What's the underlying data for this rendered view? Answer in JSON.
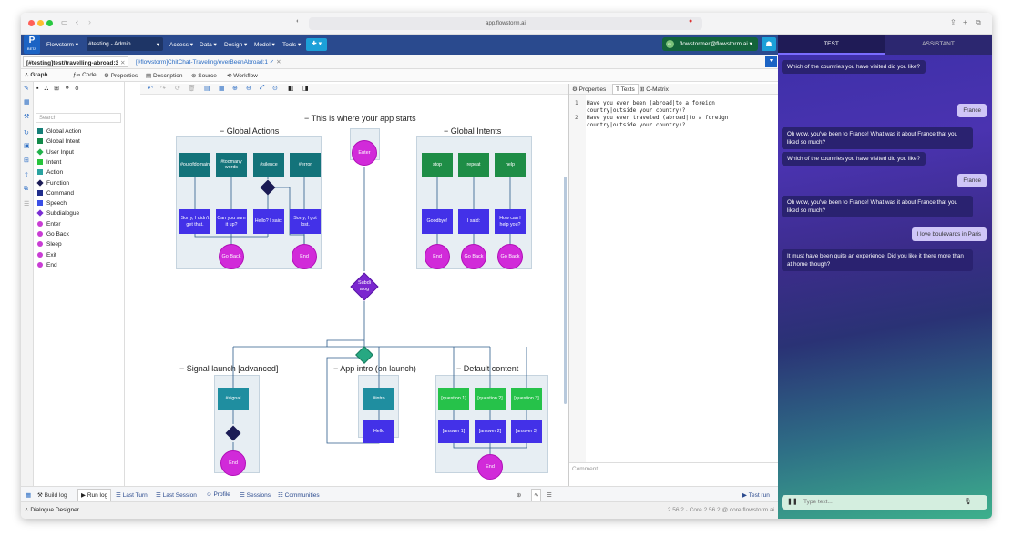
{
  "browser": {
    "url": "app.flowstorm.ai"
  },
  "appbar": {
    "logo_label": "BETA",
    "menus": [
      "Flowstorm",
      "#testing - Admin",
      "Access",
      "Data",
      "Design",
      "Model",
      "Tools"
    ],
    "user": "flowstormer@flowstorm.ai"
  },
  "tabs": [
    {
      "label": "[#testing]test/travelling-abroad:3"
    },
    {
      "label": "[#flowstorm]ChitChat-Traveling/everBeenAbroad:1 ✓"
    }
  ],
  "subtabs": [
    "Graph",
    "Code",
    "Properties",
    "Description",
    "Source",
    "Workflow"
  ],
  "palette": {
    "search_placeholder": "Search",
    "items": [
      {
        "label": "Global Action",
        "color": "#157f78"
      },
      {
        "label": "Global Intent",
        "color": "#138a4a"
      },
      {
        "label": "User Input",
        "color": "#21b24b"
      },
      {
        "label": "Intent",
        "color": "#27c43c"
      },
      {
        "label": "Action",
        "color": "#2aa3a0"
      },
      {
        "label": "Function",
        "color": "#1c1c56"
      },
      {
        "label": "Command",
        "color": "#1f2d8c"
      },
      {
        "label": "Speech",
        "color": "#3b4fe6"
      },
      {
        "label": "Subdialogue",
        "color": "#7a2ed3"
      },
      {
        "label": "Enter",
        "color": "#c93dd4"
      },
      {
        "label": "Go Back",
        "color": "#c93dd4"
      },
      {
        "label": "Sleep",
        "color": "#c93dd4"
      },
      {
        "label": "Exit",
        "color": "#c93dd4"
      },
      {
        "label": "End",
        "color": "#c93dd4"
      }
    ]
  },
  "graph": {
    "start_title": "This is where your app starts",
    "global_actions_title": "Global Actions",
    "global_intents_title": "Global Intents",
    "signal_title": "Signal launch [advanced]",
    "intro_title": "App intro (on launch)",
    "default_title": "Default content",
    "ga_actions": [
      "#outofdomain",
      "#toomany words",
      "#silence",
      "#error"
    ],
    "ga_speech": [
      "Sorry, I didn't get that.",
      "Can you sum it up?",
      "Hello? I said:",
      "Sorry, I got lost."
    ],
    "go_back": "Go Back",
    "end": "End",
    "enter": "Enter",
    "subdialog": "Subdi alog",
    "gi_intents": [
      "stop",
      "repeat",
      "help"
    ],
    "gi_speech": [
      "Goodbye!",
      "I said:",
      "How can I help you?"
    ],
    "signal": "#signal",
    "intro": "#intro",
    "hello": "Hello",
    "questions": [
      "[question 1]",
      "[question 2]",
      "[question 3]"
    ],
    "answers": [
      "[answer 1]",
      "[answer 2]",
      "[answer 3]"
    ]
  },
  "rightpanel": {
    "tabs": [
      "Properties",
      "Texts",
      "C-Matrix"
    ],
    "lines": [
      {
        "num": "1",
        "text": "Have you ever been (abroad|to a foreign country|outside your country)?"
      },
      {
        "num": "2",
        "text": "Have you ever traveled (abroad|to a foreign country|outside your country)?"
      }
    ],
    "comment_placeholder": "Comment..."
  },
  "bottombar": {
    "items": [
      "Build log",
      "Run log",
      "Last Turn",
      "Last Session",
      "Profile",
      "Sessions",
      "Communities"
    ],
    "test_run": "Test run"
  },
  "status": {
    "left": "Dialogue Designer",
    "right": "2.56.2 · Core 2.56.2 @ core.flowstorm.ai"
  },
  "chat": {
    "tabs": [
      "TEST",
      "ASSISTANT"
    ],
    "messages": [
      {
        "from": "bot",
        "text": "Which of the countries you have visited did you like?"
      },
      {
        "from": "user",
        "text": "France"
      },
      {
        "from": "bot",
        "text": "Oh wow, you've been to France! What was it about France that you liked so much?"
      },
      {
        "from": "bot",
        "text": "Which of the countries you have visited did you like?"
      },
      {
        "from": "user",
        "text": "France"
      },
      {
        "from": "bot",
        "text": "Oh wow, you've been to France! What was it about France that you liked so much?"
      },
      {
        "from": "user",
        "text": "I love boulevards in Paris"
      },
      {
        "from": "bot",
        "text": "It must have been quite an experience! Did you like it there more than at home though?"
      }
    ],
    "input_placeholder": "Type text..."
  },
  "colors": {
    "appbar": "#2a4a8e",
    "speech": "#4331e8",
    "action": "#137a80",
    "intent": "#1e8d46",
    "end": "#d12ad9",
    "subdialog": "#7b27cf"
  }
}
